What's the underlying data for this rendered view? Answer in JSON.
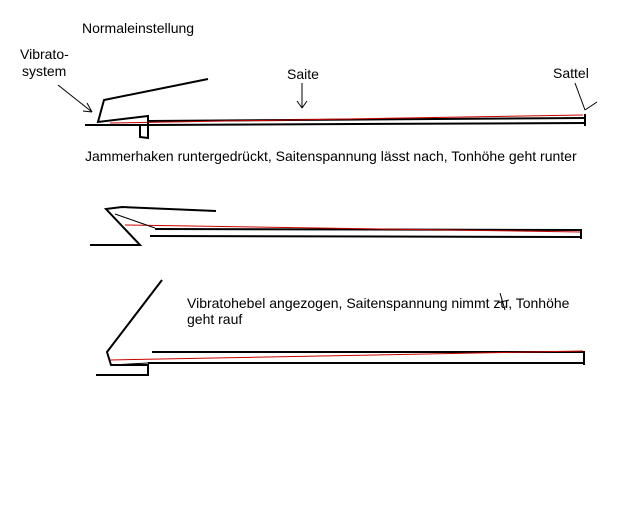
{
  "labels": {
    "title": "Normaleinstellung",
    "vibrato_line1": "Vibrato-",
    "vibrato_line2": "system",
    "saite": "Saite",
    "sattel": "Sattel",
    "caption_down": "Jammerhaken runtergedrückt, Saitenspannung lässt nach, Tonhöhe geht runter",
    "caption_up_line1": "Vibratohebel angezogen, Saitenspannung nimmt zu, Tonhöhe",
    "caption_up_line2": "geht rauf"
  },
  "colors": {
    "stroke": "#000000",
    "string": "#cc0000",
    "background": "#ffffff"
  }
}
